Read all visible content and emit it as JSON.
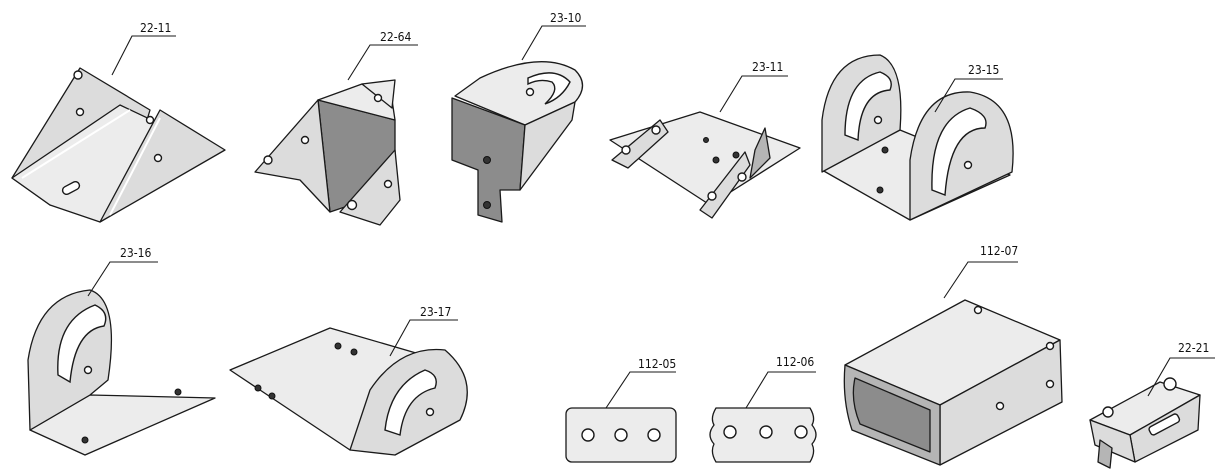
{
  "parts": [
    {
      "id": "part-22-11",
      "label": "22-11"
    },
    {
      "id": "part-22-64",
      "label": "22-64"
    },
    {
      "id": "part-23-10",
      "label": "23-10"
    },
    {
      "id": "part-23-11",
      "label": "23-11"
    },
    {
      "id": "part-23-15",
      "label": "23-15"
    },
    {
      "id": "part-23-16",
      "label": "23-16"
    },
    {
      "id": "part-23-17",
      "label": "23-17"
    },
    {
      "id": "part-112-05",
      "label": "112-05"
    },
    {
      "id": "part-112-06",
      "label": "112-06"
    },
    {
      "id": "part-112-07",
      "label": "112-07"
    },
    {
      "id": "part-22-21",
      "label": "22-21"
    }
  ]
}
